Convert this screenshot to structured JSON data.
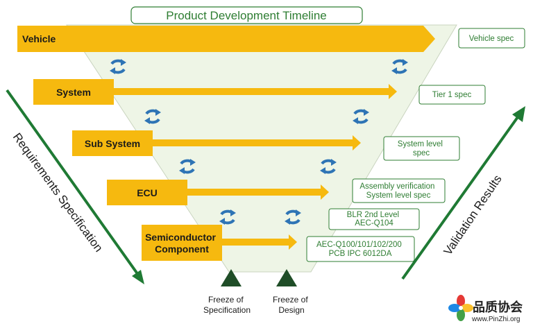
{
  "title": "Product Development Timeline",
  "colors": {
    "funnel_fill": "#eef5e6",
    "funnel_stroke": "#c9d4bf",
    "level_fill": "#f6b90f",
    "spec_border": "#2e7d32",
    "spec_text": "#2e7d32",
    "cycle_icon": "#2e74b5",
    "side_arrow": "#1f7a34",
    "freeze_marker": "#1f4d27"
  },
  "levels": [
    {
      "name": "Vehicle",
      "spec": [
        "Vehicle spec"
      ]
    },
    {
      "name": "System",
      "spec": [
        "Tier 1 spec"
      ]
    },
    {
      "name": "Sub System",
      "spec": [
        "System level",
        "spec"
      ]
    },
    {
      "name": "ECU",
      "spec": [
        "Assembly verification",
        "System level spec"
      ]
    },
    {
      "name": "Semiconductor Component",
      "name_lines": [
        "Semiconductor",
        "Component"
      ],
      "spec": [
        "BLR 2nd Level",
        "AEC-Q104"
      ]
    }
  ],
  "extra_spec": [
    "AEC-Q100/101/102/200",
    "PCB IPC 6012DA"
  ],
  "left_axis_label": "Requirements Specification",
  "right_axis_label": "Validation Results",
  "milestones": [
    {
      "lines": [
        "Freeze of",
        "Specification"
      ]
    },
    {
      "lines": [
        "Freeze of",
        "Design"
      ]
    }
  ],
  "watermark": {
    "name": "品质协会",
    "url": "www.PinZhi.org"
  },
  "icons": {
    "cycle": "refresh-cycle-icon",
    "milestone": "triangle-marker-icon"
  }
}
